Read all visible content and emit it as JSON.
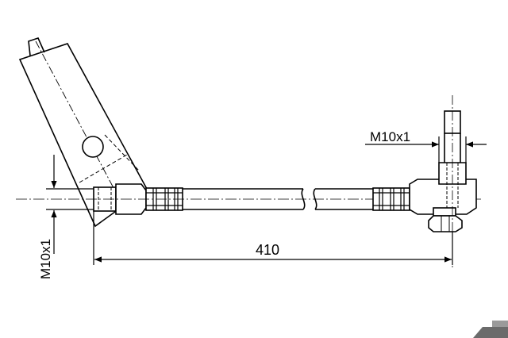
{
  "drawing": {
    "thread_label_right": "M10x1",
    "thread_label_left": "M10x1",
    "length_label": "410"
  }
}
